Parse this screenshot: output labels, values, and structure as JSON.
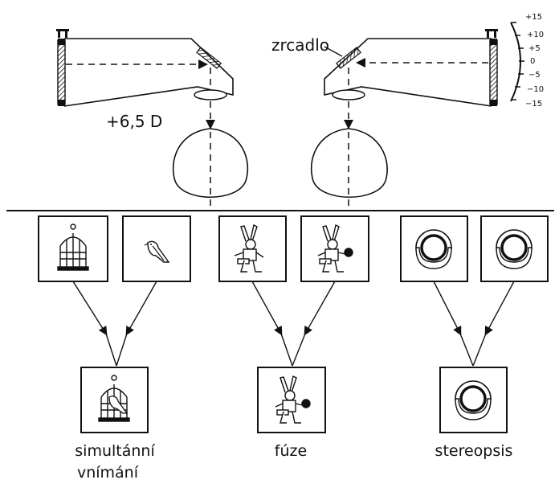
{
  "labels": {
    "mirror": "zrcadlo",
    "lens_power": "+6,5 D"
  },
  "scale": {
    "ticks": [
      "+15",
      "+10",
      "+5",
      "0",
      "−5",
      "−10",
      "−15"
    ]
  },
  "captions": {
    "simultaneous_line1": "simultánní",
    "simultaneous_line2": "vnímání",
    "fusion": "fúze",
    "stereopsis": "stereopsis"
  },
  "colors": {
    "ink": "#111111",
    "background": "#ffffff"
  },
  "icons": {
    "pair1_left": "birdcage-icon",
    "pair1_right": "bird-icon",
    "pair2_left": "rabbit-icon",
    "pair2_right": "rabbit-with-ball-icon",
    "pair3_left": "stereo-rings-icon",
    "pair3_right": "stereo-rings-icon",
    "result1": "bird-in-cage-icon",
    "result2": "rabbit-with-ball-icon",
    "result3": "stereo-rings-icon"
  }
}
